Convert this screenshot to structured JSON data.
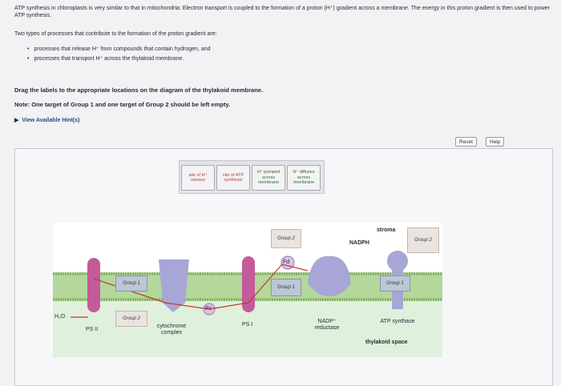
{
  "intro": "ATP synthesis in chloroplasts is very similar to that in mitochondria: Electron transport is coupled to the formation of a proton (H⁺) gradient across a membrane. The energy in this proton gradient is then used to power ATP synthesis.",
  "types_heading": "Two types of processes that contribute to the formation of the proton gradient are:",
  "bullets": [
    "processes that release H⁺ from compounds that contain hydrogen, and",
    "processes that transport H⁺ across the thylakoid membrane."
  ],
  "instruction": "Drag the labels to the appropriate locations on the diagram of the thylakoid membrane.",
  "note": "Note: One target of Group 1 and one target of Group 2 should be left empty.",
  "hints": "View Available Hint(s)",
  "toolbar": {
    "reset": "Reset",
    "help": "Help"
  },
  "labels": [
    {
      "text": "site of H⁺ release",
      "color": "#c0392b"
    },
    {
      "text": "site of ATP synthesis",
      "color": "#c0392b"
    },
    {
      "text": "H⁺ pumped across membrane",
      "color": "#2d6a2d"
    },
    {
      "text": "H⁺ diffuses across membrane",
      "color": "#2d6a2d"
    }
  ],
  "diagram": {
    "stroma": "stroma",
    "thylakoid_space": "thylakoid space",
    "nadph": "NADPH",
    "h2o": "H₂O",
    "ps2": "PS II",
    "ps1": "PS I",
    "cytochrome": "cytochrome complex",
    "nadp_reductase": "NADP⁺ reductase",
    "atp_synthase": "ATP synthase",
    "fd": "Fd",
    "pc": "Pc",
    "targets": {
      "group1_left": "Group 1",
      "group2_left": "Group 2",
      "group2_top": "Group 2",
      "group1_mid": "Group 1",
      "group2_right": "Group 2",
      "group1_right": "Group 1"
    }
  },
  "colors": {
    "membrane": "#8fbf6c",
    "ps_protein": "#c45a9a",
    "complex": "#a7a6d6",
    "electron_path": "#c0392b",
    "stroma_bg": "#ffffff",
    "lumen_bg": "#dff0dc"
  }
}
